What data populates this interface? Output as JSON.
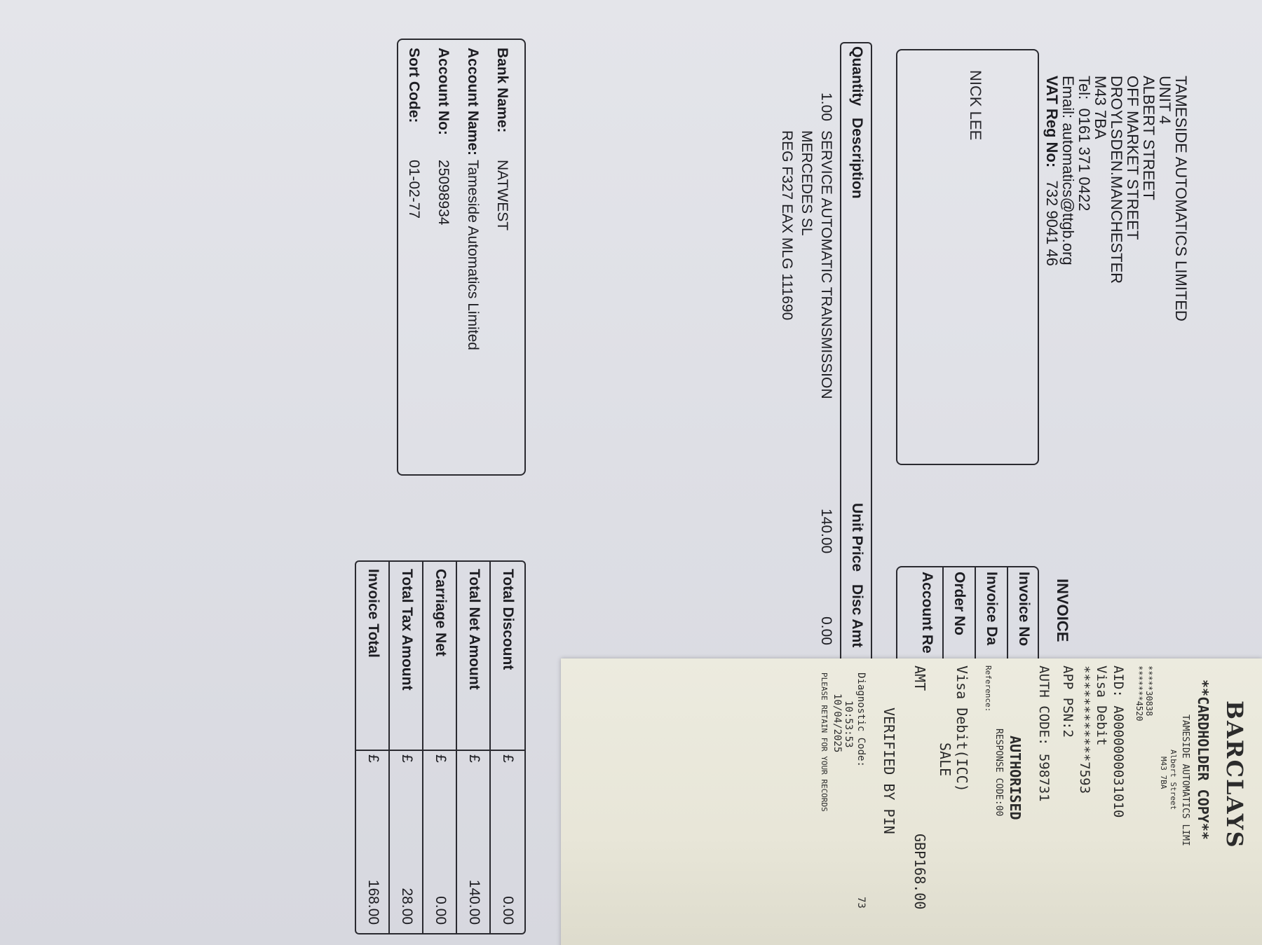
{
  "supplier": {
    "name": "TAMESIDE AUTOMATICS LIMITED",
    "unit": "UNIT 4",
    "street": "ALBERT STREET",
    "area": "OFF MARKET STREET",
    "town": "DROYLSDEN.MANCHESTER",
    "postcode": "M43 7BA",
    "tel_label": "Tel:",
    "tel": "0161 371 0422",
    "email_label": "Email:",
    "email": "automatics@ttgb.org",
    "vat_label": "VAT Reg No:",
    "vat": "732 9041 46"
  },
  "customer": {
    "name": "NICK LEE"
  },
  "invoice": {
    "title": "INVOICE",
    "fields": [
      "Invoice No",
      "Invoice Da",
      "Order No",
      "Account Re"
    ]
  },
  "table": {
    "headers": {
      "quantity": "Quantity",
      "description": "Description",
      "unit_price": "Unit Price",
      "disc_amt": "Disc Amt"
    },
    "line": {
      "quantity": "1.00",
      "desc1": "SERVICE AUTOMATIC TRANSMISSION",
      "desc2": "MERCEDES SL",
      "desc3": "REG F327 EAX MLG 111690",
      "unit_price": "140.00",
      "disc_amt": "0.00"
    }
  },
  "bank": {
    "bank_name_label": "Bank Name:",
    "bank_name": "NATWEST",
    "account_name_label": "Account Name:",
    "account_name": "Tameside Automatics Limited",
    "account_no_label": "Account No:",
    "account_no": "25098934",
    "sort_code_label": "Sort Code:",
    "sort_code": "01-02-77"
  },
  "totals": {
    "currency": "£",
    "rows": [
      {
        "label": "Total Discount",
        "amount": "0.00"
      },
      {
        "label": "Total Net Amount",
        "amount": "140.00"
      },
      {
        "label": "Carriage Net",
        "amount": "0.00"
      },
      {
        "label": "Total Tax Amount",
        "amount": "28.00"
      },
      {
        "label": "Invoice Total",
        "amount": "168.00"
      }
    ]
  },
  "receipt": {
    "brand": "BARCLAYS",
    "copy": "**CARDHOLDER COPY**",
    "merchant": "TAMESIDE AUTOMATICS LIMI",
    "street": "Albert Street",
    "postcode": "M43 7BA",
    "tid": "*****30838",
    "mid": "*******4520",
    "aid": "AID: A0000000031010",
    "card_type": "Visa Debit",
    "pan": "************7593",
    "app_psn": "APP PSN:2",
    "auth_code": "AUTH CODE: 598731",
    "authorised": "AUTHORISED",
    "response_code": "RESPONSE CODE:00",
    "reference": "Reference:",
    "mode": "Visa Debit(ICC)",
    "sale": "SALE",
    "amt_label": "AMT",
    "amt": "GBP168.00",
    "verified": "VERIFIED BY PIN",
    "diag_label": "Diagnostic Code:",
    "diag": "73",
    "time": "10:53:53",
    "date": "10/04/2025",
    "retain": "PLEASE RETAIN FOR YOUR RECORDS"
  }
}
